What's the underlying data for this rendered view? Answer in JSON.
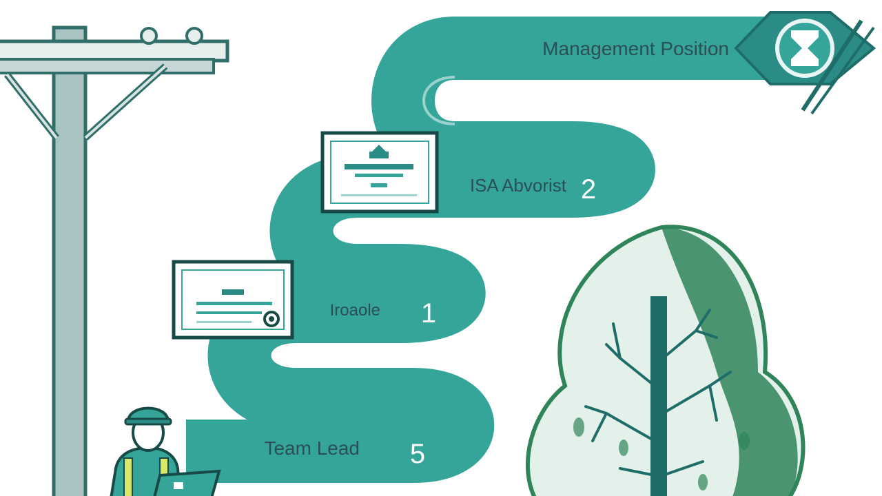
{
  "colors": {
    "path": "#35a59a",
    "path_light": "#4bbdb1",
    "dark_teal": "#1e6d68",
    "pole": "#9fb8b8",
    "pole_outline": "#2f6e69",
    "tree_light": "#e4f1ea",
    "tree_dark": "#2f8559",
    "card_bg": "#ffffff"
  },
  "steps": [
    {
      "label": "Management Position",
      "number": ""
    },
    {
      "label": "ISA Abvorist",
      "number": "2"
    },
    {
      "label": "Iroaole",
      "number": "1"
    },
    {
      "label": "Team Lead",
      "number": "5"
    }
  ],
  "icons": {
    "pole": "utility-pole-icon",
    "tree": "tree-icon",
    "worker": "worker-icon",
    "badge": "hourglass-badge-icon",
    "certificate": "certificate-icon"
  }
}
